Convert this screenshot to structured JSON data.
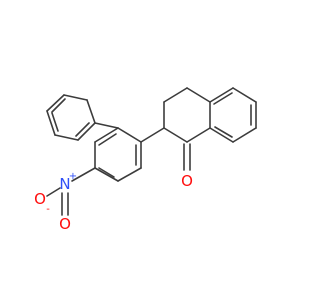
{
  "molecule": {
    "atoms": {
      "nitrogen": {
        "symbol": "N",
        "charge": "+"
      },
      "oxygen_minus": {
        "symbol": "O",
        "charge": "-"
      },
      "oxygen_double": {
        "symbol": "O"
      },
      "oxygen_ketone": {
        "symbol": "O"
      }
    }
  },
  "colors": {
    "background": "#ffffff",
    "bond": "#3c3c3c",
    "nitrogen": "#3050f8",
    "oxygen": "#ff0d0d"
  }
}
